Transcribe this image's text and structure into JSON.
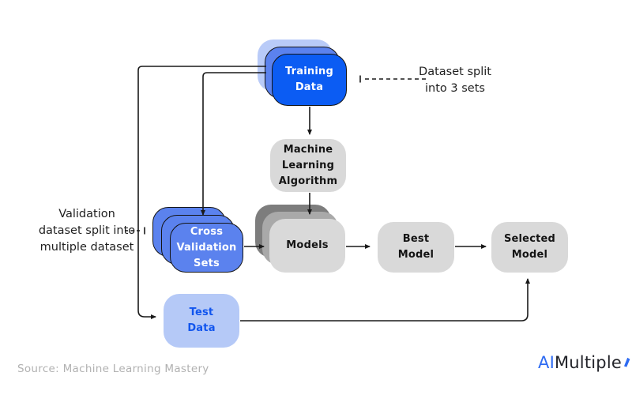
{
  "diagram": {
    "nodes": {
      "training_data": {
        "label": "Training\nData"
      },
      "ml_algorithm": {
        "label": "Machine\nLearning\nAlgorithm"
      },
      "cross_validation": {
        "label": "Cross\nValidation\nSets"
      },
      "models": {
        "label": "Models"
      },
      "best_model": {
        "label": "Best\nModel"
      },
      "selected_model": {
        "label": "Selected\nModel"
      },
      "test_data": {
        "label": "Test\nData"
      }
    },
    "annotations": {
      "dataset_split": "Dataset split\ninto 3 sets",
      "validation_split": "Validation\ndataset split into\nmultiple dataset"
    },
    "colors": {
      "bright_blue": "#0b5cf3",
      "cornflower_blue": "#5b82ee",
      "light_periwinkle": "#b9cbf8",
      "test_box_fill": "#b5c9f7",
      "test_text_blue": "#1155ee",
      "gray_front": "#d9d9d9",
      "gray_middle": "#a9a9a9",
      "gray_back": "#7d7d7d",
      "line_black": "#1a1a1a"
    }
  },
  "footer": {
    "source": "Source: Machine Learning Mastery",
    "logo": {
      "ai": "AI",
      "rest": "Multiple",
      "accent": "#2e6bf2",
      "dark": "#23242a"
    }
  }
}
